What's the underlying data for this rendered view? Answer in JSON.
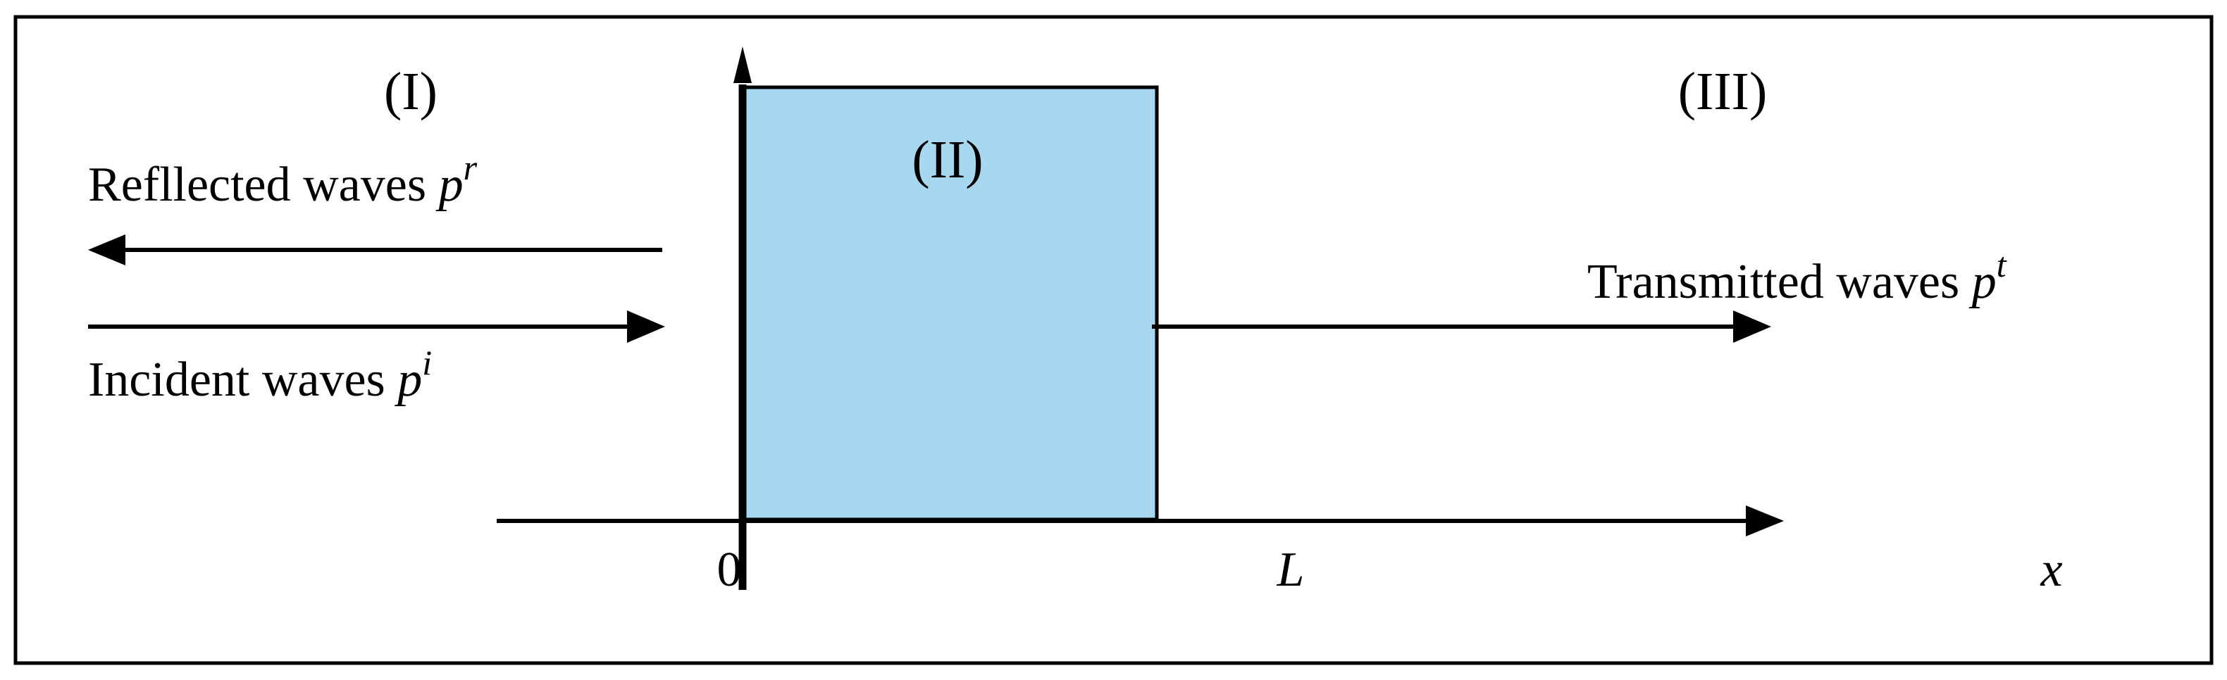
{
  "colors": {
    "slab_fill": "#a8d8f0",
    "line": "#000000",
    "background": "#ffffff"
  },
  "regions": {
    "left": "(I)",
    "middle": "(II)",
    "right": "(III)"
  },
  "waves": {
    "reflected": {
      "text": "Refllected waves ",
      "symbol": "p",
      "superscript": "r"
    },
    "incident": {
      "text": "Incident waves ",
      "symbol": "p",
      "superscript": "i"
    },
    "transmitted": {
      "text": "Transmitted waves ",
      "symbol": "p",
      "superscript": "t"
    }
  },
  "axis": {
    "origin": "0",
    "slab_end": "L",
    "variable": "x"
  }
}
